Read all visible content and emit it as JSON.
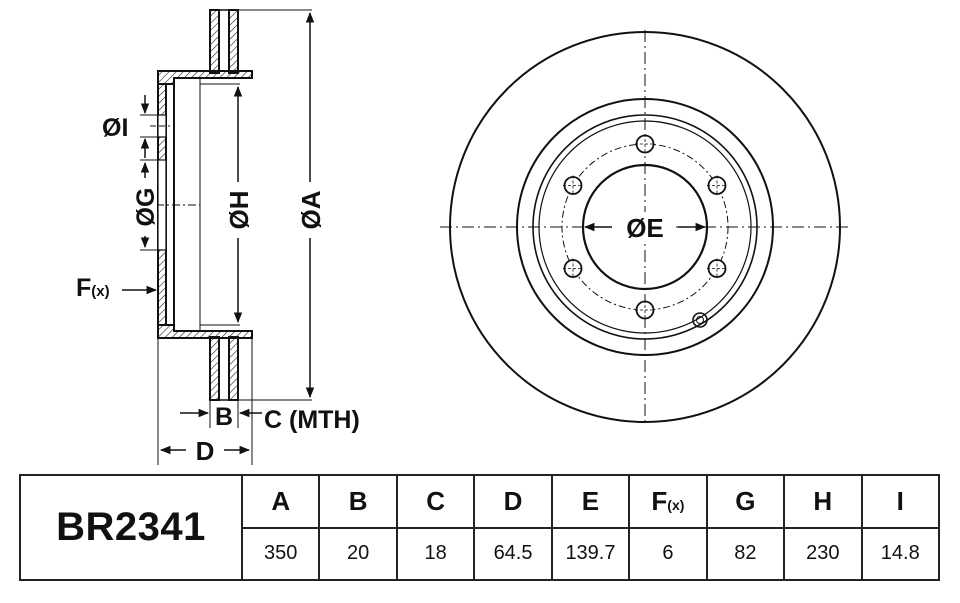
{
  "labels": {
    "dim_i": "ØI",
    "dim_g": "ØG",
    "dim_h": "ØH",
    "dim_a": "ØA",
    "dim_f": "F",
    "dim_f_suffix": "(x)",
    "dim_b": "B",
    "dim_c": "C (MTH)",
    "dim_d": "D",
    "dim_e": "ØE"
  },
  "spec_table": {
    "part_number": "BR2341",
    "columns": [
      {
        "header": "A",
        "value": "350"
      },
      {
        "header": "B",
        "value": "20"
      },
      {
        "header": "C",
        "value": "18"
      },
      {
        "header": "D",
        "value": "64.5"
      },
      {
        "header": "E",
        "value": "139.7"
      },
      {
        "header": "F",
        "header_suffix": "(x)",
        "value": "6"
      },
      {
        "header": "G",
        "value": "82"
      },
      {
        "header": "H",
        "value": "230"
      },
      {
        "header": "I",
        "value": "14.8"
      }
    ]
  }
}
